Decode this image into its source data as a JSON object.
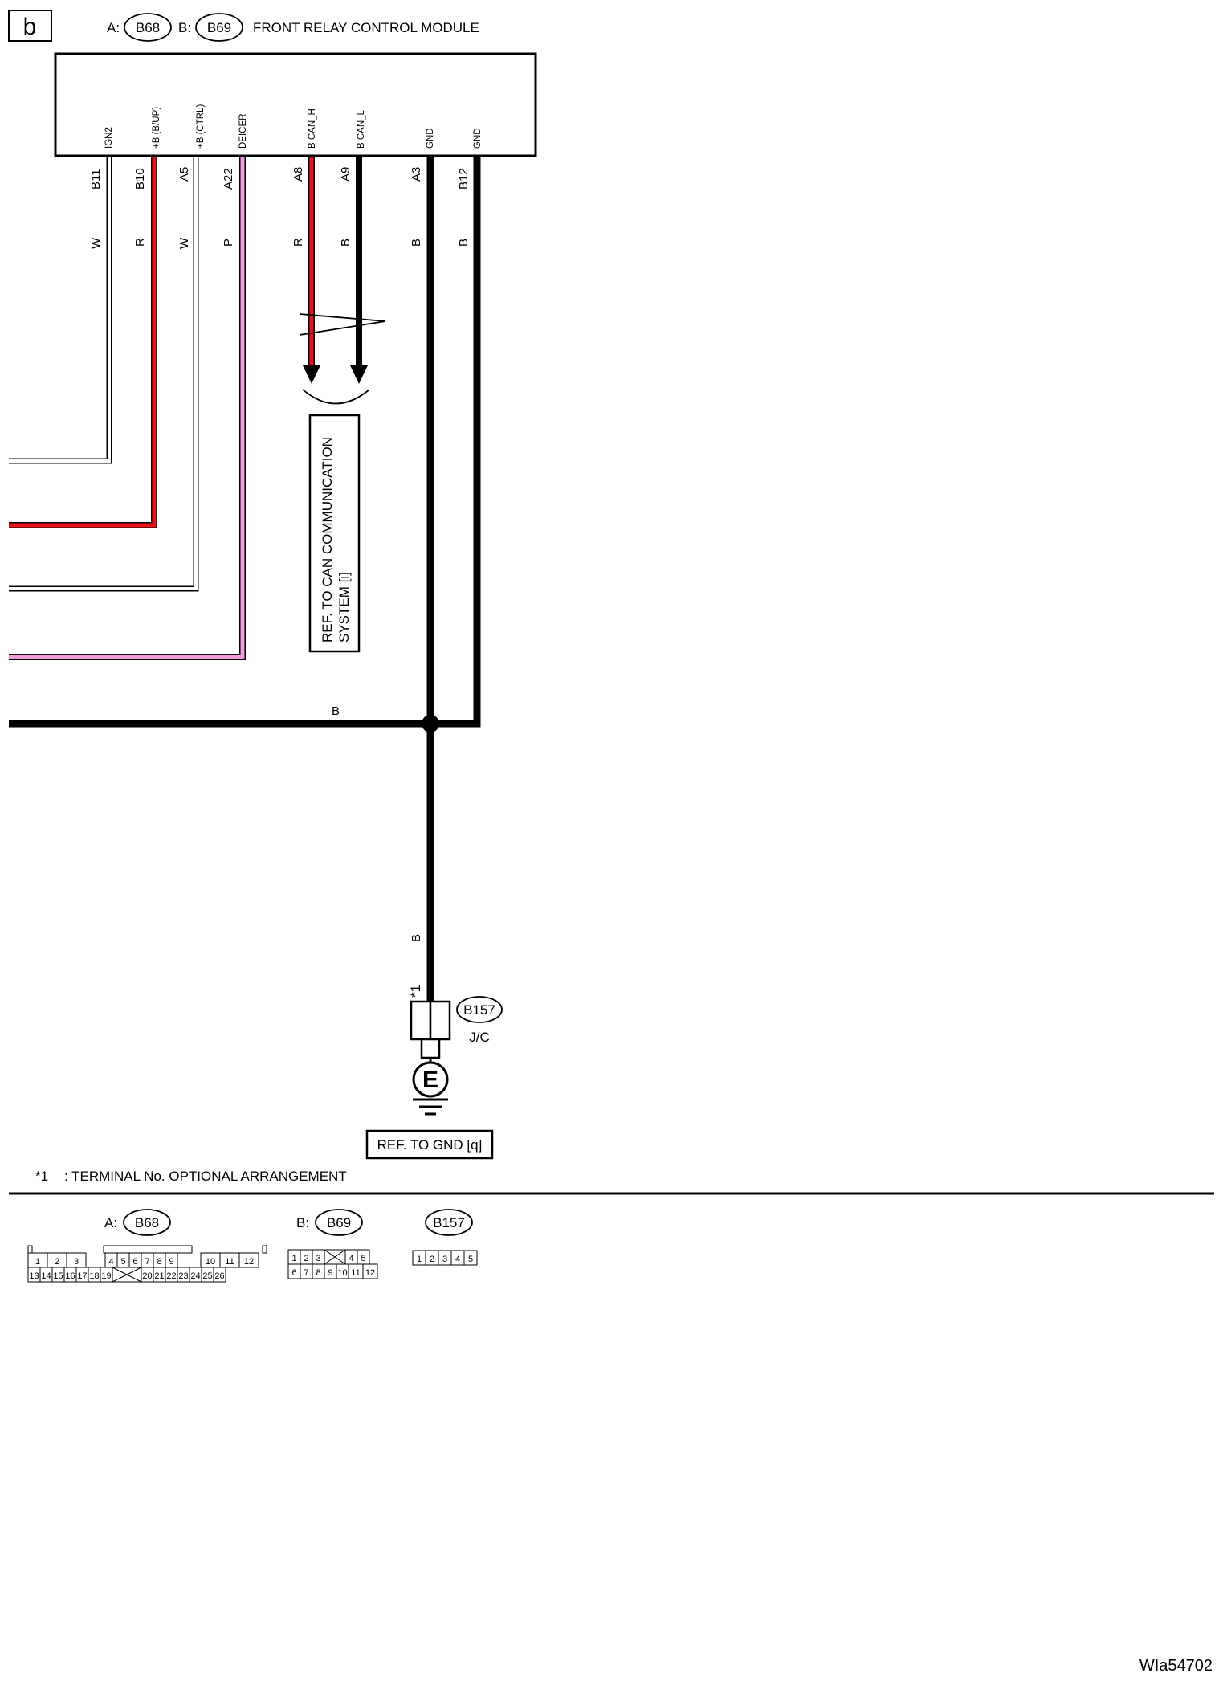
{
  "section_letter": "b",
  "module": {
    "prefix_a": "A:",
    "connector_a": "B68",
    "prefix_b": "B:",
    "connector_b": "B69",
    "title": "FRONT RELAY CONTROL MODULE"
  },
  "pins": [
    {
      "label": "IGN2",
      "terminal": "B11",
      "color_code": "W"
    },
    {
      "label": "+B (B/UP)",
      "terminal": "B10",
      "color_code": "R"
    },
    {
      "label": "+B (CTRL)",
      "terminal": "A5",
      "color_code": "W"
    },
    {
      "label": "DEICER",
      "terminal": "A22",
      "color_code": "P"
    },
    {
      "label": "B CAN_H",
      "terminal": "A8",
      "color_code": "R"
    },
    {
      "label": "B CAN_L",
      "terminal": "A9",
      "color_code": "B"
    },
    {
      "label": "GND",
      "terminal": "A3",
      "color_code": "B"
    },
    {
      "label": "GND",
      "terminal": "B12",
      "color_code": "B"
    }
  ],
  "wire_colors": {
    "W": "#ffffff",
    "R": "#e8141c",
    "P": "#f29bd9",
    "B": "#000000"
  },
  "can_reference": {
    "line1": "REF. TO CAN COMMUNICATION",
    "line2": "SYSTEM [i]"
  },
  "ground_bus_label": "B",
  "ground_wire_label": "B",
  "footnote_marker": "*1",
  "joint_connector": {
    "connector": "B157",
    "label": "J/C"
  },
  "ground_symbol": "E",
  "gnd_reference": "REF. TO GND [q]",
  "footnote": {
    "mark": "*1",
    "text": ": TERMINAL No. OPTIONAL ARRANGEMENT"
  },
  "connector_views": {
    "a": {
      "prefix": "A:",
      "name": "B68",
      "row1": [
        "1",
        "2",
        "3",
        "4",
        "5",
        "6",
        "7",
        "8",
        "9",
        "10",
        "11",
        "12"
      ],
      "row2": [
        "13",
        "14",
        "15",
        "16",
        "17",
        "18",
        "19",
        "20",
        "21",
        "22",
        "23",
        "24",
        "25",
        "26"
      ]
    },
    "b": {
      "prefix": "B:",
      "name": "B69",
      "row1": [
        "1",
        "2",
        "3",
        "4",
        "5"
      ],
      "row2": [
        "6",
        "7",
        "8",
        "9",
        "10",
        "11",
        "12"
      ]
    },
    "c": {
      "name": "B157",
      "row1": [
        "1",
        "2",
        "3",
        "4",
        "5"
      ]
    }
  },
  "figure_id": "WIa54702"
}
